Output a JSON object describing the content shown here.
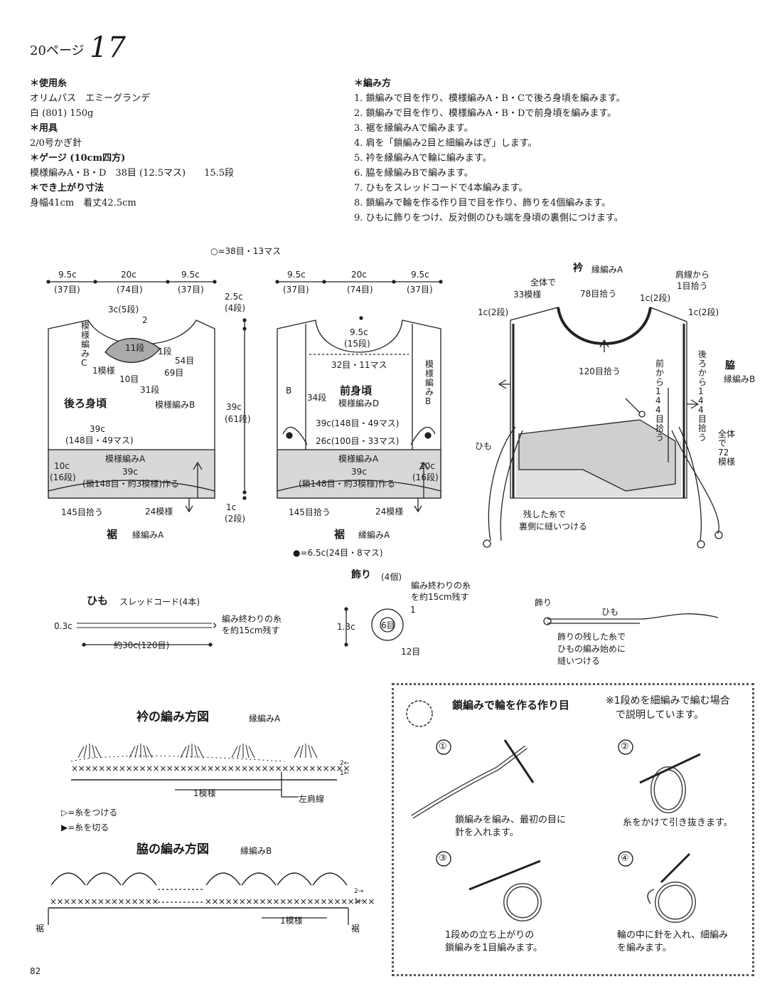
{
  "header": {
    "page_ref": "20ページ",
    "pattern_no": "17"
  },
  "materials": {
    "yarn_title": "＊使用糸",
    "yarn_name": "オリムパス　エミーグランデ",
    "yarn_color": "白 (801) 150g",
    "tools_title": "＊用具",
    "tools": "2/0号かぎ針",
    "gauge_title": "＊ゲージ (10cm四方)",
    "gauge": "模様編みA・B・D　38目 (12.5マス)　　15.5段",
    "size_title": "＊でき上がり寸法",
    "size": "身幅41cm　着丈42.5cm"
  },
  "method": {
    "title": "＊編み方",
    "steps": [
      "1. 鎖編みで目を作り、模様編みA・B・Cで後ろ身頃を編みます。",
      "2. 鎖編みで目を作り、模様編みA・B・Dで前身頃を編みます。",
      "3. 裾を縁編みAで編みます。",
      "4. 肩を「鎖編み2目と細編みはぎ」します。",
      "5. 衿を縁編みAで輪に編みます。",
      "6. 脇を縁編みBで編みます。",
      "7. ひもをスレッドコードで4本編みます。",
      "8. 鎖編みで輪を作る作り目で目を作り、飾りを4個編みます。",
      "9. ひもに飾りをつけ、反対側のひも端を身頃の裏側につけます。"
    ]
  },
  "legend_circle": "○=38目・13マス",
  "back": {
    "w1": "9.5c",
    "w1s": "(37目)",
    "w2": "20c",
    "w2s": "(74目)",
    "w3": "9.5c",
    "w3s": "(37目)",
    "top_h": "2.5c",
    "top_hs": "(4段)",
    "mid_h": "39c",
    "mid_hs": "(61段)",
    "bot_h": "1c",
    "bot_hs": "(2段)",
    "c5": "3c(5段)",
    "r2": "2",
    "r11": "11段",
    "r1": "1段",
    "s54": "54目",
    "s69": "69目",
    "patC": "模様編みC",
    "one": "1模様",
    "s10": "10目",
    "r31": "31段",
    "title": "後ろ身頃",
    "patB": "模様編みB",
    "w39": "39c",
    "w39s": "(148目・49マス)",
    "patA": "模様編みA",
    "h10": "10c",
    "h10s": "(16段)",
    "base": "39c",
    "bases": "(鎖148目・約3模様)作る",
    "pick": "145目拾う",
    "reps": "24模様",
    "hem": "裾",
    "hemPat": "縁編みA"
  },
  "front": {
    "w1": "9.5c",
    "w1s": "(37目)",
    "w2": "20c",
    "w2s": "(74目)",
    "w3": "9.5c",
    "w3s": "(37目)",
    "neck": "9.5c",
    "necks": "(15段)",
    "neckw": "32目・11マス",
    "r34": "34段",
    "B": "B",
    "patB": "模様編みB",
    "title": "前身頃",
    "patD": "模様編みD",
    "w39": "39c(148目・49マス)",
    "w26": "26c(100目・33マス)",
    "patA": "模様編みA",
    "h10": "10c",
    "h10s": "(16段)",
    "base": "39c",
    "bases": "(鎖148目・約3模様)作る",
    "pick": "145目拾う",
    "reps": "24模様",
    "hem": "裾",
    "hemPat": "縁編みA",
    "legend_dot": "●=6.5c(24目・8マス)"
  },
  "assembly": {
    "collar": "衿",
    "collarPat": "縁編みA",
    "all33": "全体で",
    "all33b": "33模様",
    "p78": "78目拾う",
    "c1a": "1c(2段)",
    "c1b": "1c(2段)",
    "c1c": "1c(2段)",
    "shoulder1": "肩線から",
    "shoulder2": "1目拾う",
    "p120": "120目拾う",
    "front144": "前から144目拾う",
    "back144": "後ろから144目拾う",
    "side": "脇",
    "sidePat": "縁編みB",
    "all72": "全体で72模様",
    "himo": "ひも",
    "sew1": "残した糸で",
    "sew2": "裏側に縫いつける"
  },
  "ornament": {
    "title": "飾り",
    "count": "(4個)",
    "end1": "編み終わりの糸",
    "end2": "を約15cm残す",
    "size": "1.3c",
    "one": "1",
    "six": "6目",
    "twelve": "12目"
  },
  "cord": {
    "title": "ひも",
    "sub": "スレッドコード(4本)",
    "w": "0.3c",
    "end1": "編み終わりの糸",
    "end2": "を約15cm残す",
    "len": "約30c(120目)"
  },
  "attach": {
    "kazari": "飾り",
    "himo": "ひも",
    "n1": "飾りの残した糸で",
    "n2": "ひもの編み始めに",
    "n3": "縫いつける"
  },
  "collar_chart": {
    "title": "衿の編み方図",
    "pat": "縁編みA",
    "row2": "2←",
    "row1": "1←",
    "repeat": "1模様",
    "shoulder": "左肩線",
    "leg1": "=糸をつける",
    "leg2": "=糸を切る"
  },
  "side_chart": {
    "title": "脇の編み方図",
    "pat": "縁編みB",
    "row2": "2→",
    "row1": "1←",
    "repeat": "1模様",
    "hemL": "裾",
    "hemR": "裾"
  },
  "howto": {
    "title": "鎖編みで輪を作る作り目",
    "note1": "※1段めを細編みで編む場合",
    "note2": "で説明しています。",
    "s1": "①",
    "s1a": "鎖編みを編み、最初の目に",
    "s1b": "針を入れます。",
    "s2": "②",
    "s2a": "糸をかけて引き抜きます。",
    "s3": "③",
    "s3a": "1段めの立ち上がりの",
    "s3b": "鎖編みを1目編みます。",
    "s4": "④",
    "s4a": "輪の中に針を入れ、細編み",
    "s4b": "を編みます。"
  },
  "footer": {
    "page": "82"
  }
}
